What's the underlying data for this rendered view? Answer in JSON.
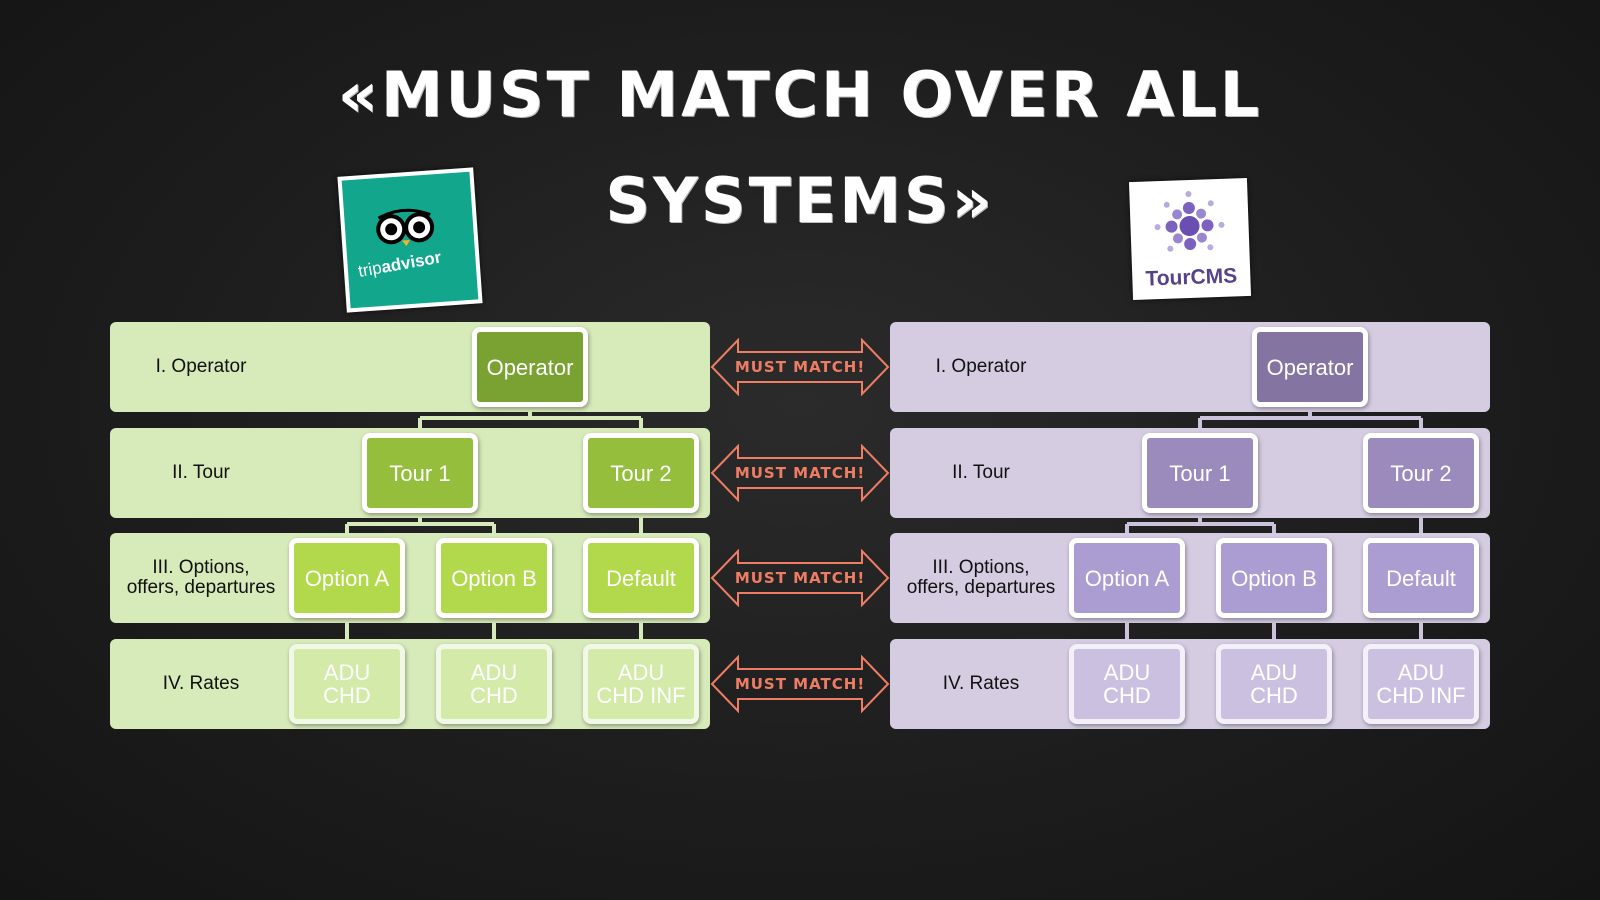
{
  "title": "«Must match over all systems»",
  "logos": {
    "tripadvisor": {
      "word_light": "trip",
      "word_bold": "advisor"
    },
    "tourcms": {
      "word": "TourCMS"
    }
  },
  "levels": [
    {
      "label": "I. Operator"
    },
    {
      "label": "II. Tour"
    },
    {
      "label": "III.  Options,\noffers, departures"
    },
    {
      "label": "IV. Rates"
    }
  ],
  "tree": {
    "operator": "Operator",
    "tours": [
      "Tour 1",
      "Tour 2"
    ],
    "options": [
      "Option A",
      "Option B",
      "Default"
    ],
    "rates": [
      "ADU\nCHD",
      "ADU\nCHD",
      "ADU\nCHD INF"
    ]
  },
  "connector": {
    "label": "Must match!"
  },
  "colors": {
    "tripadvisor_band": "#d7eab9",
    "tourcms_band": "#d5cce2",
    "arrow": "#ef7d64",
    "tripadvisor_brand": "#12a78c",
    "tourcms_brand": "#55428a"
  }
}
